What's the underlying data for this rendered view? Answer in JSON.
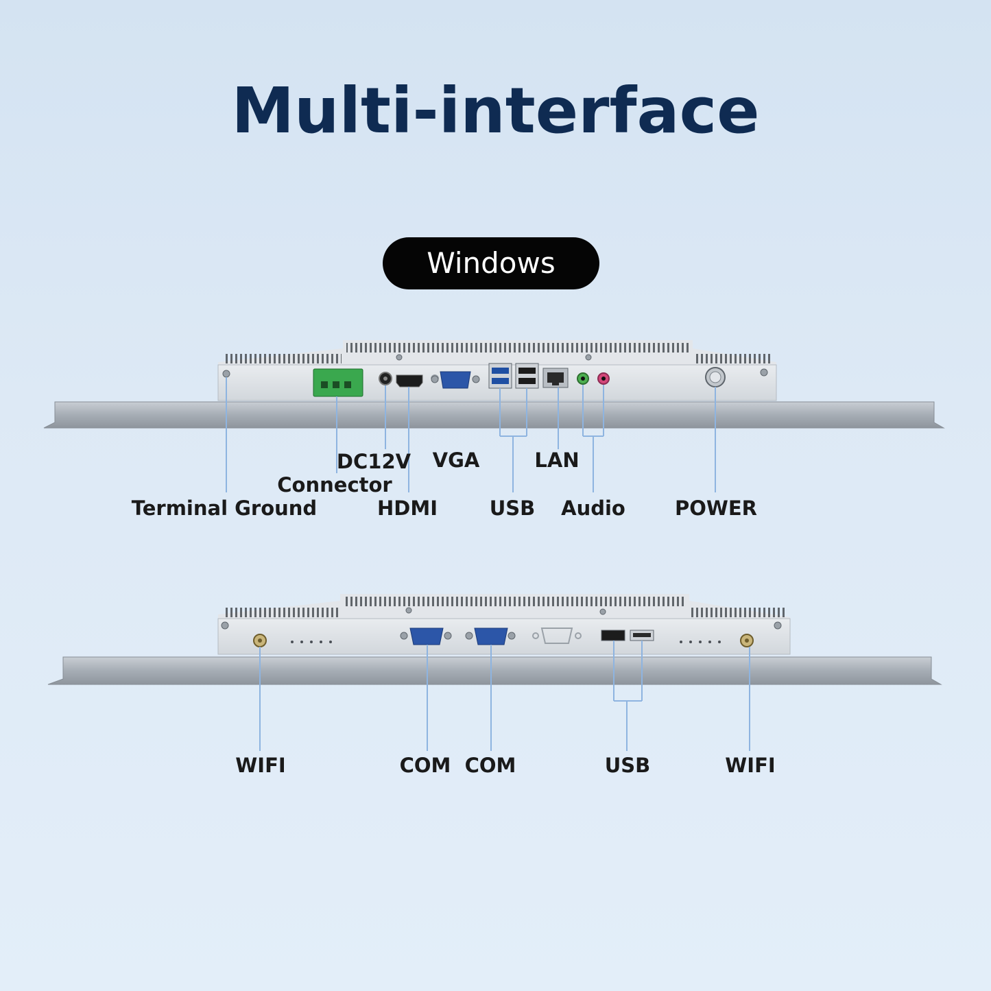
{
  "title": "Multi-interface",
  "badge": "Windows",
  "top_panel": {
    "labels": {
      "dc12v": "DC12V",
      "vga": "VGA",
      "lan": "LAN",
      "connector": "Connector",
      "terminal_ground": "Terminal Ground",
      "hdmi": "HDMI",
      "usb": "USB",
      "audio": "Audio",
      "power": "POWER"
    }
  },
  "bottom_panel": {
    "labels": {
      "wifi_left": "WIFI",
      "com_1": "COM",
      "com_2": "COM",
      "usb": "USB",
      "wifi_right": "WIFI"
    }
  },
  "colors": {
    "title": "#0f2b52",
    "badge_bg": "#050505",
    "callout_line": "#8eb4e0",
    "terminal_block": "#3aa84e",
    "vga_port": "#2c56a8",
    "audio_green": "#4caf50",
    "audio_pink": "#d4477a"
  }
}
